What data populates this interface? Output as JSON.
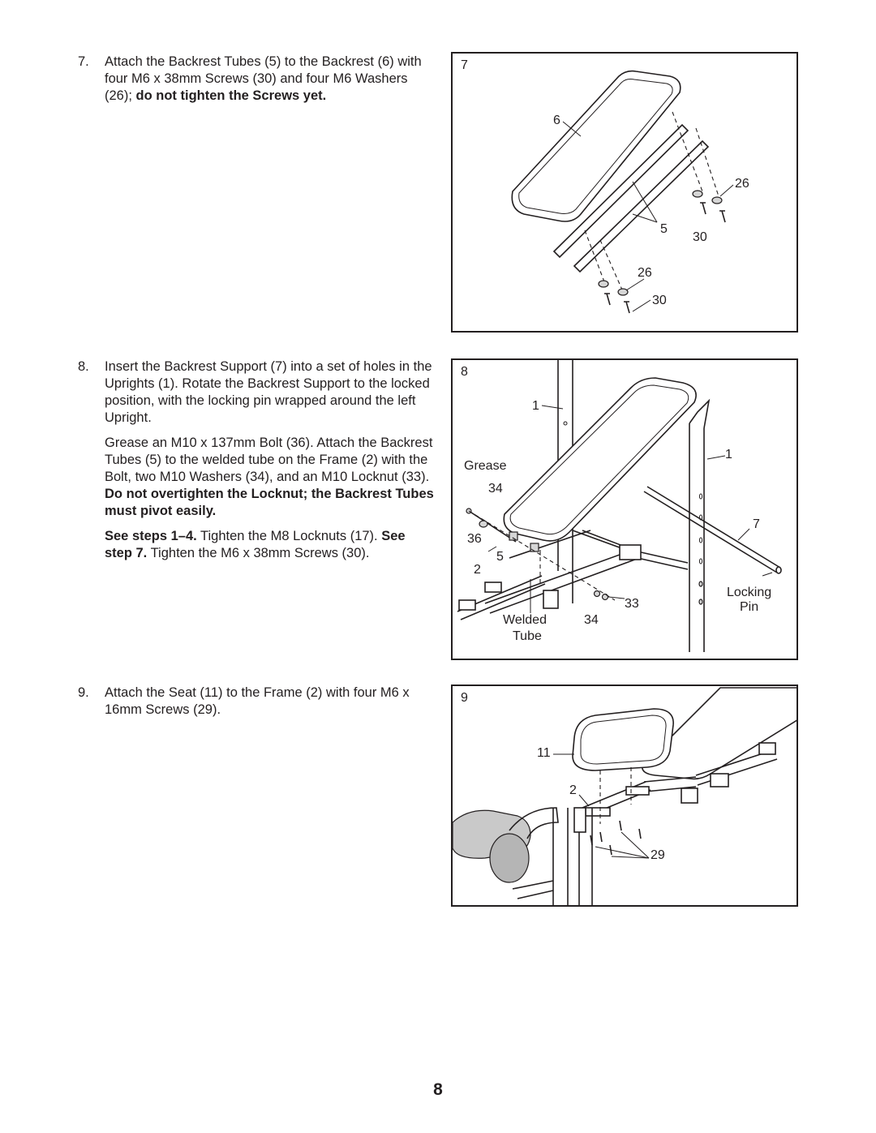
{
  "steps": [
    {
      "number": "7.",
      "paragraphs": [
        {
          "text": "Attach the Backrest Tubes (5) to the Backrest (6) with four M6 x 38mm Screws (30) and four M6 Washers (26);",
          "bold": "do not tighten the Screws yet."
        }
      ]
    },
    {
      "number": "8.",
      "paragraphs": [
        {
          "text": "Insert the Backrest Support (7) into a set of holes in the Uprights (1). Rotate the Backrest Support to the locked position, with the locking pin wrapped around the left Upright."
        },
        {
          "text": "Grease an M10 x 137mm Bolt (36). Attach the Backrest Tubes (5) to the welded tube on the Frame (2) with the Bolt, two M10 Washers (34), and an M10 Locknut (33).",
          "bold": "Do not overtighten the Locknut; the Backrest Tubes must pivot easily."
        },
        {
          "bold_a": "See steps 1–4.",
          "text_a": "Tighten the M8 Locknuts (17).",
          "bold_b": "See step 7.",
          "text_b": "Tighten the M6 x 38mm Screws (30)."
        }
      ]
    },
    {
      "number": "9.",
      "paragraphs": [
        {
          "text": "Attach the Seat (11) to the Frame (2) with four M6 x 16mm Screws (29)."
        }
      ]
    }
  ],
  "figures": {
    "fig7": {
      "number": "7",
      "labels": {
        "backrest": "6",
        "washers_right": "26",
        "tubes": "5",
        "screws_right": "30",
        "washers_bottom": "26",
        "screws_bottom": "30"
      }
    },
    "fig8": {
      "number": "8",
      "labels": {
        "upright_left": "1",
        "upright_right": "1",
        "grease": "Grease",
        "washer_left": "34",
        "support": "7",
        "bolt": "36",
        "tubes": "5",
        "frame": "2",
        "locknut": "33",
        "locking": "Locking",
        "pin": "Pin",
        "welded": "Welded",
        "tube": "Tube",
        "washer_bottom": "34"
      }
    },
    "fig9": {
      "number": "9",
      "labels": {
        "seat": "11",
        "frame": "2",
        "screws": "29"
      }
    }
  },
  "page_number": "8"
}
